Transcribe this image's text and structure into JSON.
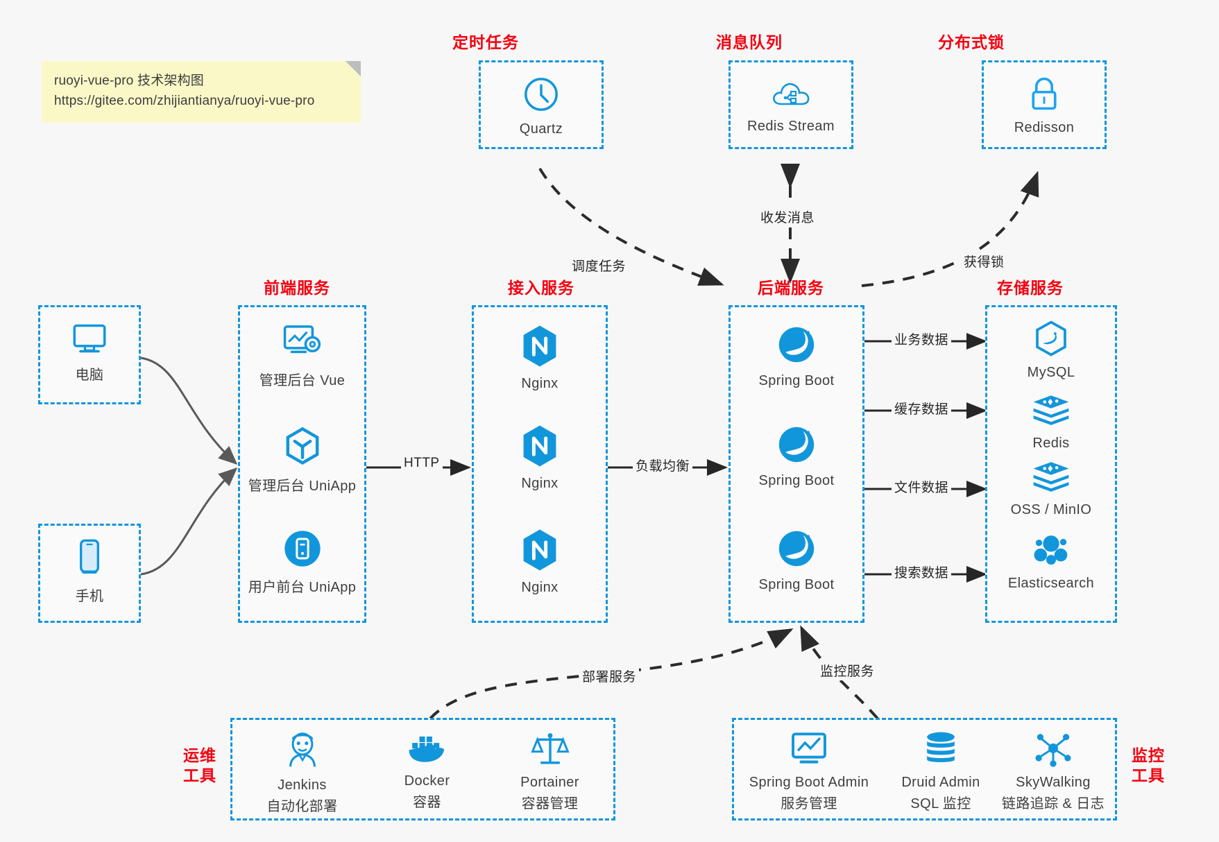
{
  "note": {
    "line1": "ruoyi-vue-pro 技术架构图",
    "line2": "https://gitee.com/zhijiantianya/ruoyi-vue-pro"
  },
  "colors": {
    "accent": "#1296db",
    "group_title": "#f5000f",
    "background": "#f7f7f7",
    "node_text": "#3f3f3f",
    "edge": "#262626"
  },
  "groups": {
    "scheduler": {
      "title": "定时任务"
    },
    "mq": {
      "title": "消息队列"
    },
    "lock": {
      "title": "分布式锁"
    },
    "clients_pc": {
      "title": ""
    },
    "clients_mobile": {
      "title": ""
    },
    "frontend": {
      "title": "前端服务"
    },
    "gateway": {
      "title": "接入服务"
    },
    "backend": {
      "title": "后端服务"
    },
    "storage": {
      "title": "存储服务"
    },
    "devops": {
      "title_line1": "运维",
      "title_line2": "工具"
    },
    "monitor": {
      "title_line1": "监控",
      "title_line2": "工具"
    }
  },
  "nodes": {
    "quartz": {
      "label": "Quartz",
      "icon": "clock-icon"
    },
    "redis_stream": {
      "label": "Redis Stream",
      "icon": "cloud-stream-icon"
    },
    "redisson": {
      "label": "Redisson",
      "icon": "lock-icon"
    },
    "pc": {
      "label": "电脑",
      "icon": "desktop-icon"
    },
    "mobile": {
      "label": "手机",
      "icon": "phone-icon"
    },
    "admin_vue": {
      "label": "管理后台 Vue",
      "icon": "dashboard-icon"
    },
    "admin_uniapp": {
      "label": "管理后台 UniApp",
      "icon": "cube-icon"
    },
    "user_uniapp": {
      "label": "用户前台 UniApp",
      "icon": "mobile-app-icon"
    },
    "nginx1": {
      "label": "Nginx",
      "icon": "nginx-icon"
    },
    "nginx2": {
      "label": "Nginx",
      "icon": "nginx-icon"
    },
    "nginx3": {
      "label": "Nginx",
      "icon": "nginx-icon"
    },
    "springboot1": {
      "label": "Spring Boot",
      "icon": "spring-icon"
    },
    "springboot2": {
      "label": "Spring Boot",
      "icon": "spring-icon"
    },
    "springboot3": {
      "label": "Spring Boot",
      "icon": "spring-icon"
    },
    "mysql": {
      "label": "MySQL",
      "icon": "mysql-icon"
    },
    "redis": {
      "label": "Redis",
      "icon": "redis-layers-icon"
    },
    "oss": {
      "label": "OSS / MinIO",
      "icon": "oss-layers-icon"
    },
    "elasticsearch": {
      "label": "Elasticsearch",
      "icon": "elasticsearch-icon"
    },
    "jenkins": {
      "label": "Jenkins",
      "sub": "自动化部署",
      "icon": "jenkins-icon"
    },
    "docker": {
      "label": "Docker",
      "sub": "容器",
      "icon": "docker-icon"
    },
    "portainer": {
      "label": "Portainer",
      "sub": "容器管理",
      "icon": "portainer-icon"
    },
    "sba": {
      "label": "Spring Boot Admin",
      "sub": "服务管理",
      "icon": "monitor-screen-icon"
    },
    "druid": {
      "label": "Druid Admin",
      "sub": "SQL 监控",
      "icon": "database-icon"
    },
    "skywalking": {
      "label": "SkyWalking",
      "sub": "链路追踪 & 日志",
      "icon": "skywalking-icon"
    }
  },
  "edges": {
    "http": "HTTP",
    "load_balance": "负载均衡",
    "schedule_task": "调度任务",
    "send_receive_message": "收发消息",
    "acquire_lock": "获得锁",
    "business_data": "业务数据",
    "cache_data": "缓存数据",
    "file_data": "文件数据",
    "search_data": "搜索数据",
    "deploy_service": "部署服务",
    "monitor_service": "监控服务"
  }
}
